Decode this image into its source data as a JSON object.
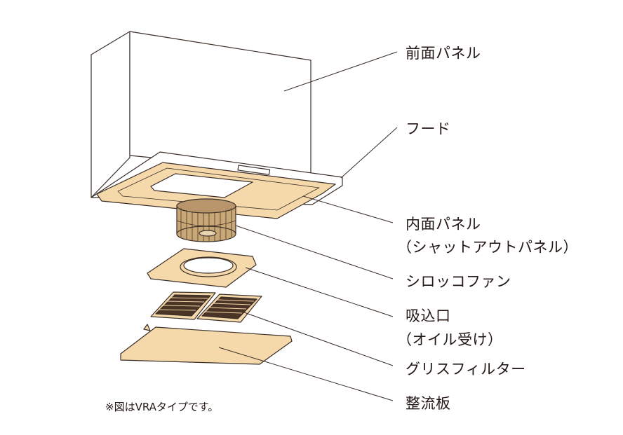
{
  "labels": {
    "front_panel": "前面パネル",
    "hood": "フード",
    "inner_panel": "内面パネル",
    "inner_panel_sub": "（シャットアウトパネル）",
    "sirocco_fan": "シロッコファン",
    "intake": "吸込口",
    "intake_sub": "（オイル受け）",
    "grease_filter": "グリスフィルター",
    "baffle": "整流板"
  },
  "note": "※図はVRAタイプです。",
  "colors": {
    "part_fill": "#f6d9ab",
    "line": "#3a2e28",
    "filter_dark": "#4a3426"
  }
}
